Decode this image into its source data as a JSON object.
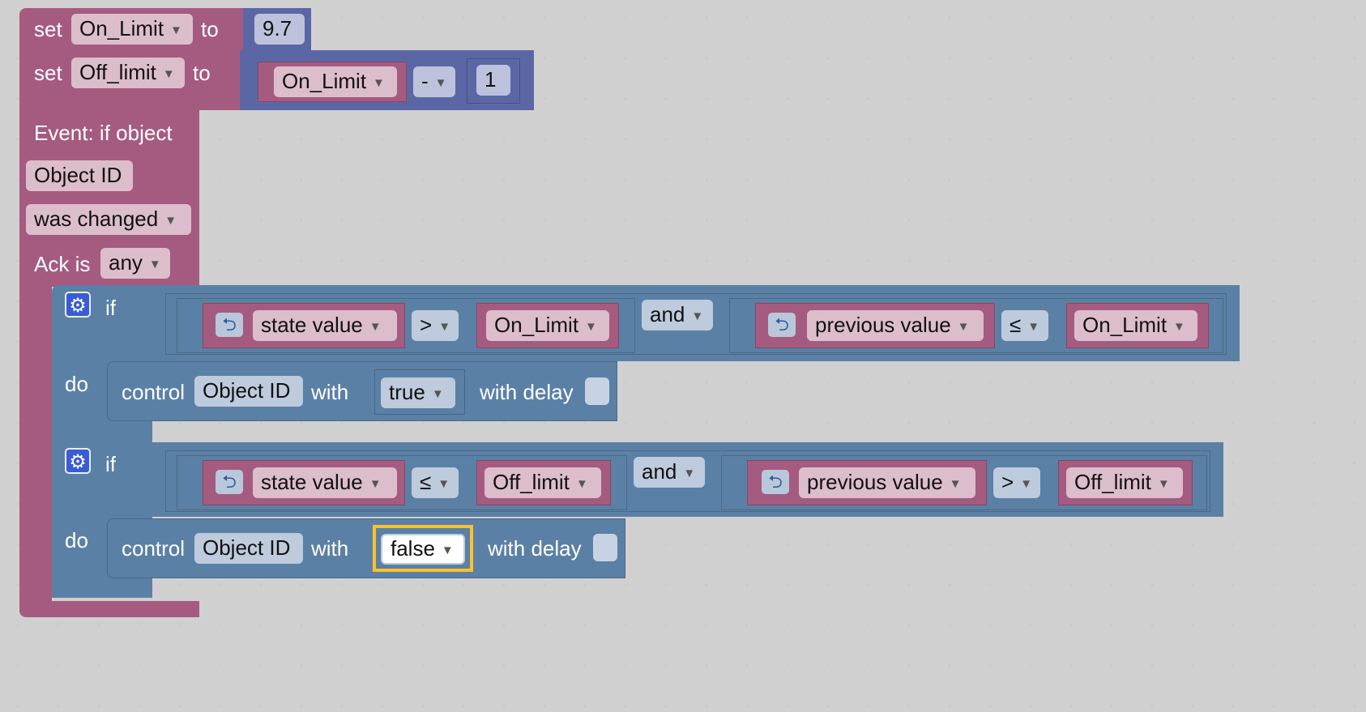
{
  "blocks": {
    "set1": {
      "set": "set",
      "var": "On_Limit",
      "to": "to",
      "value": "9.7"
    },
    "set2": {
      "set": "set",
      "var": "Off_limit",
      "to": "to",
      "left": "On_Limit",
      "op": "-",
      "right": "1"
    },
    "event": {
      "title": "Event: if object",
      "object": "Object ID",
      "trigger": "was changed",
      "ack_label": "Ack is",
      "ack_value": "any"
    },
    "if1": {
      "if": "if",
      "do": "do",
      "a_source": "state value",
      "a_op": ">",
      "a_var": "On_Limit",
      "join": "and",
      "b_source": "previous value",
      "b_op": "≤",
      "b_var": "On_Limit",
      "control": "control",
      "object": "Object ID",
      "with": "with",
      "value": "true",
      "delay": "with delay"
    },
    "if2": {
      "if": "if",
      "do": "do",
      "a_source": "state value",
      "a_op": "≤",
      "a_var": "Off_limit",
      "join": "and",
      "b_source": "previous value",
      "b_op": ">",
      "b_var": "Off_limit",
      "control": "control",
      "object": "Object ID",
      "with": "with",
      "value": "false",
      "delay": "with delay"
    }
  },
  "icons": {
    "gear": "gear-icon",
    "return": "return-icon",
    "dropdown": "dropdown-arrow-icon"
  },
  "colors": {
    "variable_block": "#a55b80",
    "logic_block": "#5b80a5",
    "math_block": "#5b67a5",
    "selected_outline": "#fbc02d"
  }
}
